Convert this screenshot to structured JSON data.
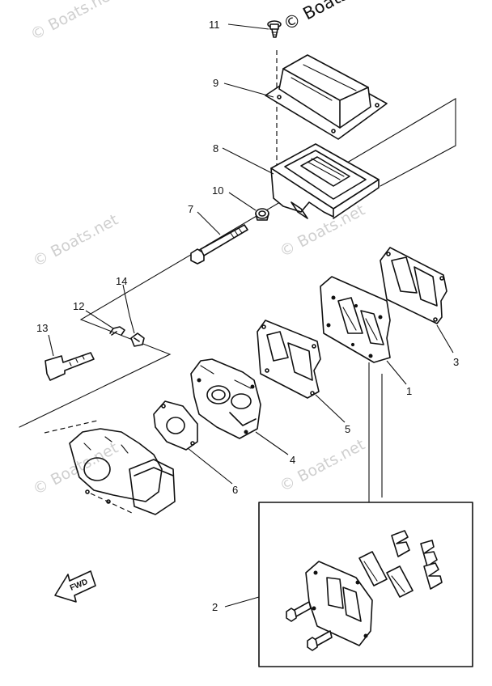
{
  "watermark": "© Boats.net",
  "callouts": {
    "c1": "1",
    "c2": "2",
    "c3": "3",
    "c4": "4",
    "c5": "5",
    "c6": "6",
    "c7": "7",
    "c8": "8",
    "c9": "9",
    "c10": "10",
    "c11": "11",
    "c12": "12",
    "c13": "13",
    "c14": "14"
  },
  "fwd_label": "FWD"
}
